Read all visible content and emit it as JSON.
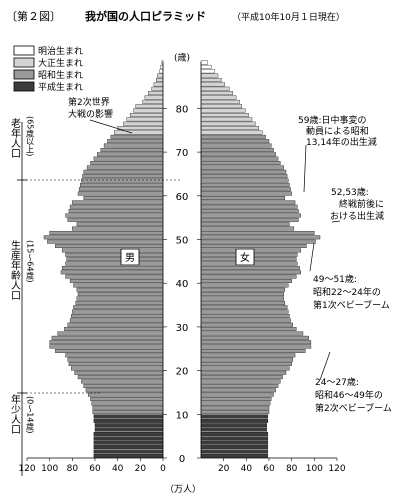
{
  "chart_data": {
    "type": "bar",
    "orientation": "horizontal-butterfly",
    "figure_label": "〔第２図〕",
    "title": "我が国の人口ピラミッド",
    "subtitle": "（平成10年10月１日現在）",
    "xlabel": "（万人）",
    "y_unit": "(歳)",
    "x_ticks": [
      "120",
      "100",
      "80",
      "60",
      "40",
      "20",
      "0",
      "20",
      "40",
      "60",
      "80",
      "100",
      "120"
    ],
    "x_range": [
      0,
      120
    ],
    "y_ticks": [
      "0",
      "10",
      "20",
      "30",
      "40",
      "50",
      "60",
      "70",
      "80"
    ],
    "y_range": [
      0,
      90
    ],
    "legend": [
      {
        "label": "明治生まれ",
        "color": "#ffffff"
      },
      {
        "label": "大正生まれ",
        "color": "#d4d4d4"
      },
      {
        "label": "昭和生まれ",
        "color": "#9a9a9a"
      },
      {
        "label": "平成生まれ",
        "color": "#3c3c3c"
      }
    ],
    "sex_labels": {
      "male": "男",
      "female": "女"
    },
    "era_boundaries": {
      "heisei_max_age": 9,
      "showa_max_age": 73,
      "taisho_max_age": 87
    },
    "age_groups": [
      {
        "label": "老年人口",
        "range": "(65歳以上)"
      },
      {
        "label": "生産年齢人口",
        "range": "(15～64歳)"
      },
      {
        "label": "年少人口",
        "range": "(0～14歳)"
      }
    ],
    "annotations": [
      {
        "side": "male",
        "text": [
          "第2次世界",
          "大戦の影響"
        ]
      },
      {
        "side": "female",
        "text": [
          "59歳:日中事変の",
          "動員による昭和",
          "13,14年の出生減"
        ]
      },
      {
        "side": "female",
        "text": [
          "52,53歳:",
          "終戦前後に",
          "おける出生減"
        ]
      },
      {
        "side": "female",
        "text": [
          "49～51歳:",
          "昭和22～24年の",
          "第1次ベビーブーム"
        ]
      },
      {
        "side": "female",
        "text": [
          "24～27歳:",
          "昭和46～49年の",
          "第2次ベビーブーム"
        ]
      }
    ],
    "series": [
      {
        "name": "男",
        "values": [
          61,
          61,
          61,
          61,
          61,
          61,
          60,
          60,
          61,
          61,
          62,
          62,
          63,
          64,
          66,
          68,
          70,
          72,
          75,
          78,
          81,
          83,
          84,
          86,
          95,
          100,
          100,
          98,
          93,
          87,
          84,
          82,
          81,
          80,
          79,
          77,
          76,
          75,
          76,
          79,
          82,
          86,
          90,
          89,
          86,
          85,
          86,
          89,
          95,
          102,
          105,
          100,
          80,
          76,
          84,
          86,
          83,
          82,
          80,
          70,
          75,
          74,
          73,
          72,
          71,
          70,
          67,
          64,
          61,
          58,
          55,
          52,
          49,
          46,
          43,
          40,
          35,
          32,
          29,
          26,
          24,
          18,
          16,
          13,
          10,
          8,
          6,
          5,
          3,
          2,
          1
        ]
      },
      {
        "name": "女",
        "values": [
          59,
          59,
          59,
          59,
          59,
          59,
          58,
          58,
          59,
          59,
          60,
          60,
          61,
          62,
          64,
          66,
          68,
          70,
          72,
          75,
          78,
          80,
          81,
          83,
          92,
          97,
          97,
          95,
          90,
          84,
          81,
          79,
          78,
          77,
          76,
          74,
          73,
          73,
          74,
          77,
          80,
          84,
          88,
          87,
          85,
          84,
          85,
          88,
          93,
          101,
          105,
          100,
          82,
          78,
          86,
          88,
          86,
          85,
          83,
          74,
          80,
          79,
          78,
          77,
          76,
          75,
          73,
          70,
          68,
          66,
          64,
          62,
          60,
          57,
          54,
          51,
          48,
          45,
          42,
          39,
          36,
          34,
          31,
          28,
          25,
          21,
          18,
          15,
          12,
          9,
          6
        ]
      }
    ]
  }
}
